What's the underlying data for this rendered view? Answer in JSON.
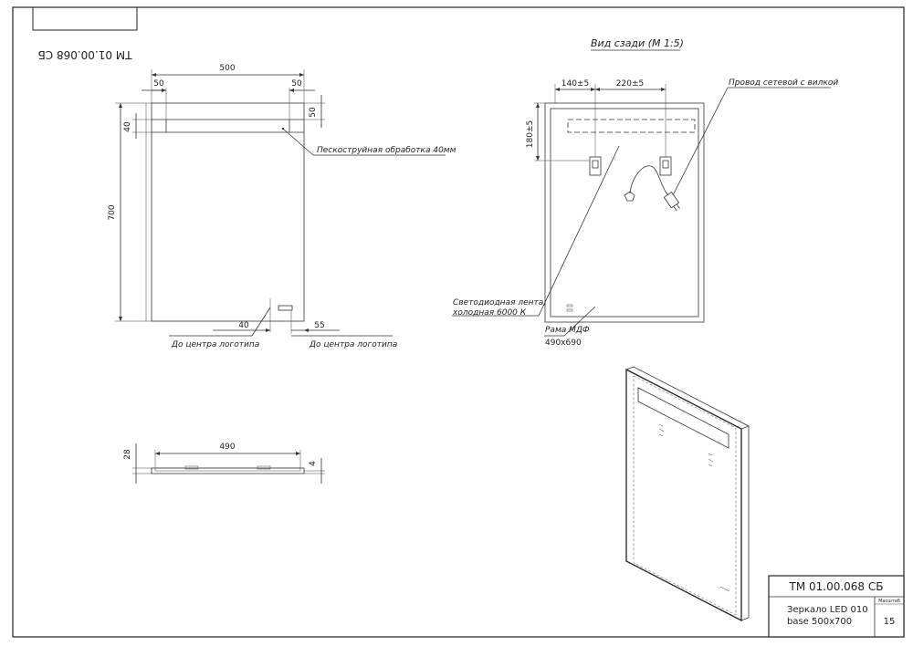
{
  "stamp": {
    "top_code": "ТМ 01.00.068 СБ",
    "code": "ТМ 01.00.068 СБ",
    "title_line1": "Зеркало LED 010",
    "title_line2": "base 500x700",
    "scale_label": "Масштаб",
    "scale_value": "15"
  },
  "front_view": {
    "dim_width": "500",
    "dim_left_offset": "50",
    "dim_right_offset": "50",
    "dim_top_right": "50",
    "dim_band_height": "40",
    "dim_height": "700",
    "note_sandblast": "Пескоструйная обработка 40мм",
    "dim_logo_x": "40",
    "dim_logo_right": "55",
    "note_logo_left": "До центра логотипа",
    "note_logo_right": "До центра логотипа"
  },
  "side_view": {
    "dim_width": "490",
    "dim_thickness": "28",
    "dim_glass": "4"
  },
  "rear_view": {
    "title": "Вид сзади (М 1:5)",
    "dim_left": "140±5",
    "dim_middle": "220±5",
    "dim_height": "180±5",
    "note_cable": "Провод сетевой с вилкой",
    "note_led_line1": "Светодиодная лента,",
    "note_led_line2": "холодная 6000 К",
    "note_frame": "Рама МДФ",
    "note_frame_size": "490x690"
  }
}
